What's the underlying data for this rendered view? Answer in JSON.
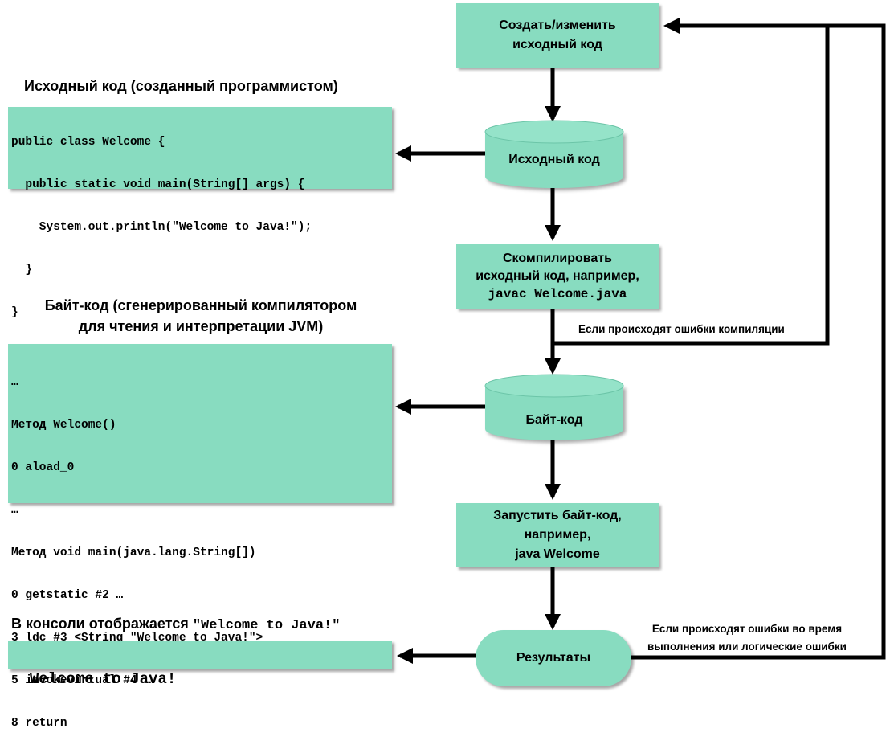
{
  "flow": {
    "edit_source_line1": "Создать/изменить",
    "edit_source_line2": "исходный код",
    "source_code_db": "Исходный код",
    "compile_line1": "Скомпилировать",
    "compile_line2": "исходный код, например,",
    "compile_line3": "javac Welcome.java",
    "bytecode_db": "Байт-код",
    "run_line1": "Запустить байт-код,",
    "run_line2": "например,",
    "run_line3": "java Welcome",
    "results": "Результаты"
  },
  "labels": {
    "compile_errors": "Если происходят ошибки компиляции",
    "runtime_errors_line1": "Если происходят ошибки во время",
    "runtime_errors_line2": "выполнения или логические ошибки"
  },
  "source_panel": {
    "heading": "Исходный код (созданный программистом)",
    "lines": [
      "public class Welcome {",
      "  public static void main(String[] args) {",
      "    System.out.println(\"Welcome to Java!\");",
      "  }",
      "}"
    ]
  },
  "bytecode_panel": {
    "heading_line1": "Байт-код (сгенерированный компилятором",
    "heading_line2": "для чтения и интерпретации JVM)",
    "lines": [
      "…",
      "Метод Welcome()",
      "0 aload_0",
      "…",
      "Метод void main(java.lang.String[])",
      "0 getstatic #2 …",
      "3 ldc #3 <String \"Welcome to Java!\">",
      "5 invokevirtual #4 …",
      "8 return"
    ]
  },
  "console_panel": {
    "heading_prefix": "В консоли отображается ",
    "heading_code": "\"Welcome to Java!\"",
    "output": "Welcome to Java!"
  },
  "colors": {
    "box_fill": "#88dcc0",
    "arrow": "#000000"
  }
}
